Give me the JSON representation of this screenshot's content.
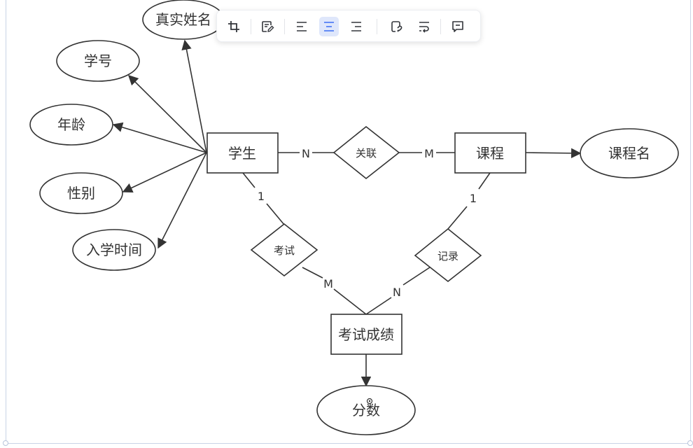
{
  "diagram": {
    "entities": {
      "student": "学生",
      "course": "课程",
      "score": "考试成绩"
    },
    "relationships": {
      "link": "关联",
      "exam": "考试",
      "record": "记录"
    },
    "attributes": {
      "real_name": "真实姓名",
      "student_no": "学号",
      "age": "年龄",
      "gender": "性别",
      "enroll_time": "入学时间",
      "course_name": "课程名",
      "grade": "分数"
    },
    "cardinalities": {
      "student_link": "N",
      "link_course": "M",
      "student_exam": "1",
      "exam_score": "M",
      "course_record": "1",
      "record_score": "N"
    }
  },
  "toolbar": {
    "buttons": [
      {
        "name": "crop-icon"
      },
      {
        "name": "edit-note-icon"
      },
      {
        "name": "align-left-icon"
      },
      {
        "name": "align-center-icon",
        "active": true
      },
      {
        "name": "align-right-icon"
      },
      {
        "name": "link-icon"
      },
      {
        "name": "wrap-text-icon"
      },
      {
        "name": "comment-icon"
      }
    ],
    "active_bg": "#dfe7fb",
    "icon_color": "#33363b",
    "active_color": "#3b6ef5"
  },
  "colors": {
    "stroke": "#333333",
    "text": "#333333"
  }
}
